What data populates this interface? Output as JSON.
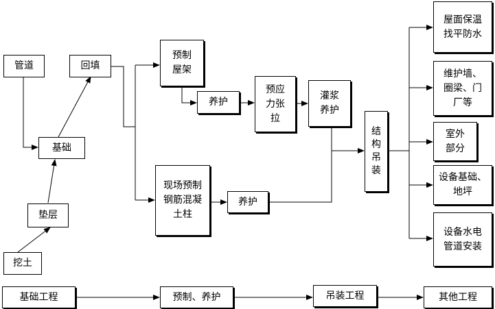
{
  "diagram": {
    "nodes": {
      "guandao": "管道",
      "jichu": "基础",
      "huitian": "回填",
      "dianceng": "垫层",
      "watu": "挖土",
      "yuzhi_wujia": "预制\n屋架",
      "yanghu_1": "养护",
      "yuyingli": "预应\n力张\n拉",
      "guanjiang": "灌浆\n养护",
      "xianchang": "现场预制\n钢筋混凝\n土柱",
      "yanghu_2": "养护",
      "jiegou": "结\n构\n吊\n装",
      "wumian": "屋面保温\n找平防水",
      "weihu": "维护墙、\n圈梁、门\n厂等",
      "shiwai": "室外\n部分",
      "shebei_jichu": "设备基础、\n地坪",
      "shebei_shuidian": "设备水电\n管道安装"
    },
    "stages": {
      "s1": "基础工程",
      "s2": "预制、养护",
      "s3": "吊装工程",
      "s4": "其他工程"
    }
  }
}
